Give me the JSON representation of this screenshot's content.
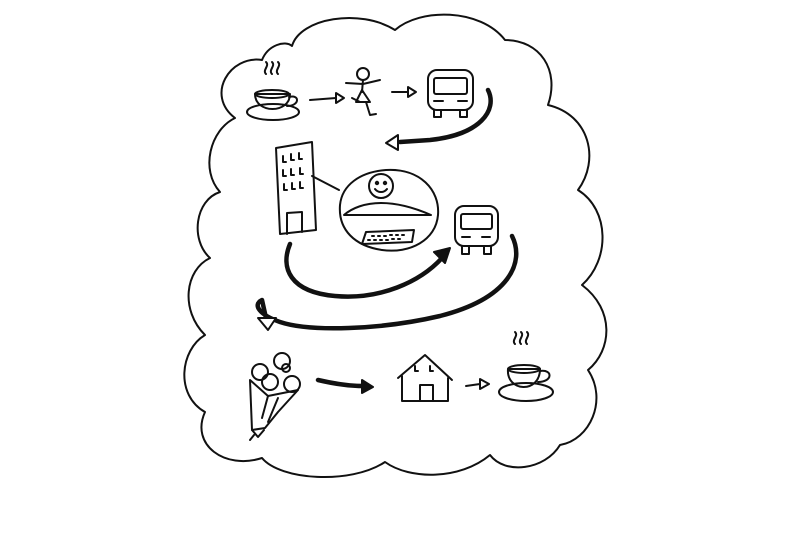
{
  "diagram": {
    "steps": [
      {
        "id": "coffee-morning",
        "icon": "coffee-cup-icon"
      },
      {
        "id": "dance",
        "icon": "dancing-person-icon"
      },
      {
        "id": "bus-to-work",
        "icon": "bus-icon"
      },
      {
        "id": "office",
        "icon": "office-building-icon"
      },
      {
        "id": "work-computer",
        "icon": "person-at-computer-icon"
      },
      {
        "id": "bus-home",
        "icon": "bus-icon"
      },
      {
        "id": "flowers",
        "icon": "flower-bouquet-icon"
      },
      {
        "id": "home",
        "icon": "house-icon"
      },
      {
        "id": "coffee-evening",
        "icon": "coffee-cup-icon"
      }
    ],
    "colors": {
      "ink": "#111111",
      "background": "#ffffff"
    }
  }
}
